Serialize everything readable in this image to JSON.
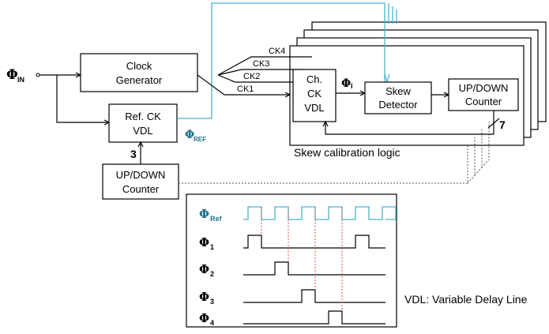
{
  "signals": {
    "phi_in": "Φ",
    "phi_in_sub": "IN",
    "phi_ref": "Φ",
    "phi_ref_sub": "REF",
    "phi_1": "Φ",
    "phi_1_sub": "I"
  },
  "blocks": {
    "clock_generator": [
      "Clock",
      "Generator"
    ],
    "ref_ck_vdl": [
      "Ref. CK",
      "VDL"
    ],
    "up_down_counter_left": [
      "UP/DOWN",
      "Counter"
    ],
    "ch_ck_vdl": [
      "Ch.",
      "CK",
      "VDL"
    ],
    "skew_detector": [
      "Skew",
      "Detector"
    ],
    "up_down_counter_right": [
      "UP/DOWN",
      "Counter"
    ]
  },
  "clock_lines": [
    "CK4",
    "CK3",
    "CK2",
    "CK1"
  ],
  "bus_widths": {
    "left": "3",
    "right": "7"
  },
  "skew_calibration_label": "Skew calibration logic",
  "timing": {
    "rows": [
      {
        "label": "Φ",
        "sub": "Ref",
        "kind": "clock",
        "pulses": [
          0,
          1,
          2,
          3,
          4,
          5
        ]
      },
      {
        "label": "Φ",
        "sub": "1",
        "kind": "pulse",
        "pulses": [
          0,
          4
        ]
      },
      {
        "label": "Φ",
        "sub": "2",
        "kind": "pulse",
        "pulses": [
          1
        ]
      },
      {
        "label": "Φ",
        "sub": "3",
        "kind": "pulse",
        "pulses": [
          2
        ]
      },
      {
        "label": "Φ",
        "sub": "4",
        "kind": "pulse",
        "pulses": [
          3
        ]
      }
    ]
  },
  "legend": "VDL: Variable Delay Line"
}
